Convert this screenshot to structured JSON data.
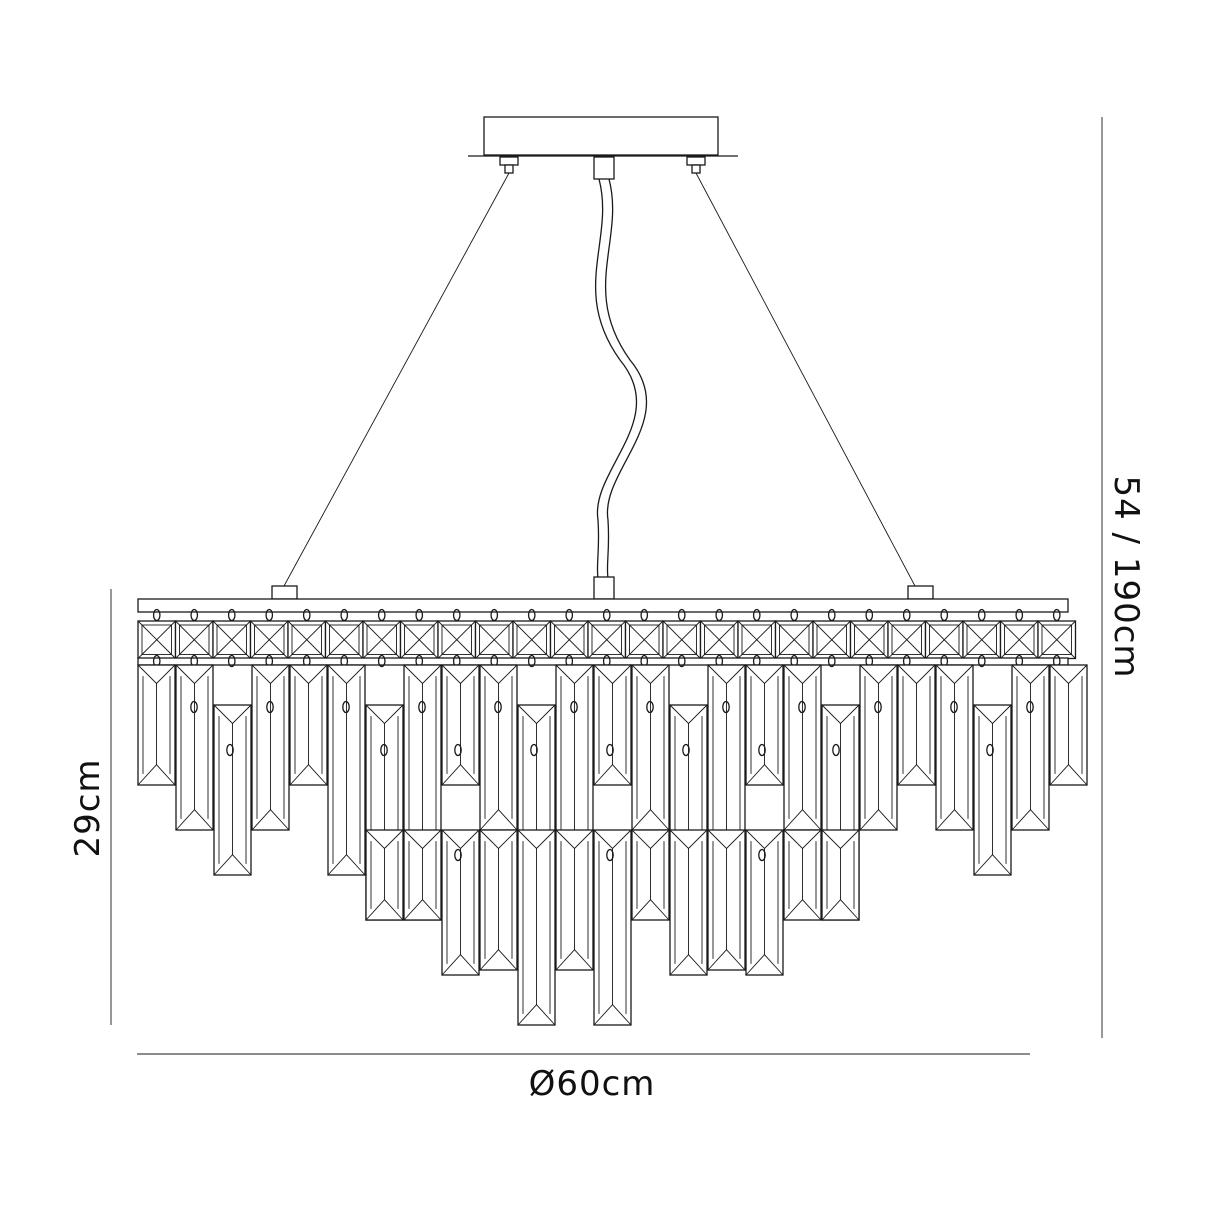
{
  "dimensions": {
    "height_label": "29cm",
    "drop_label": "54 / 190cm",
    "diameter_label": "Ø60cm"
  }
}
